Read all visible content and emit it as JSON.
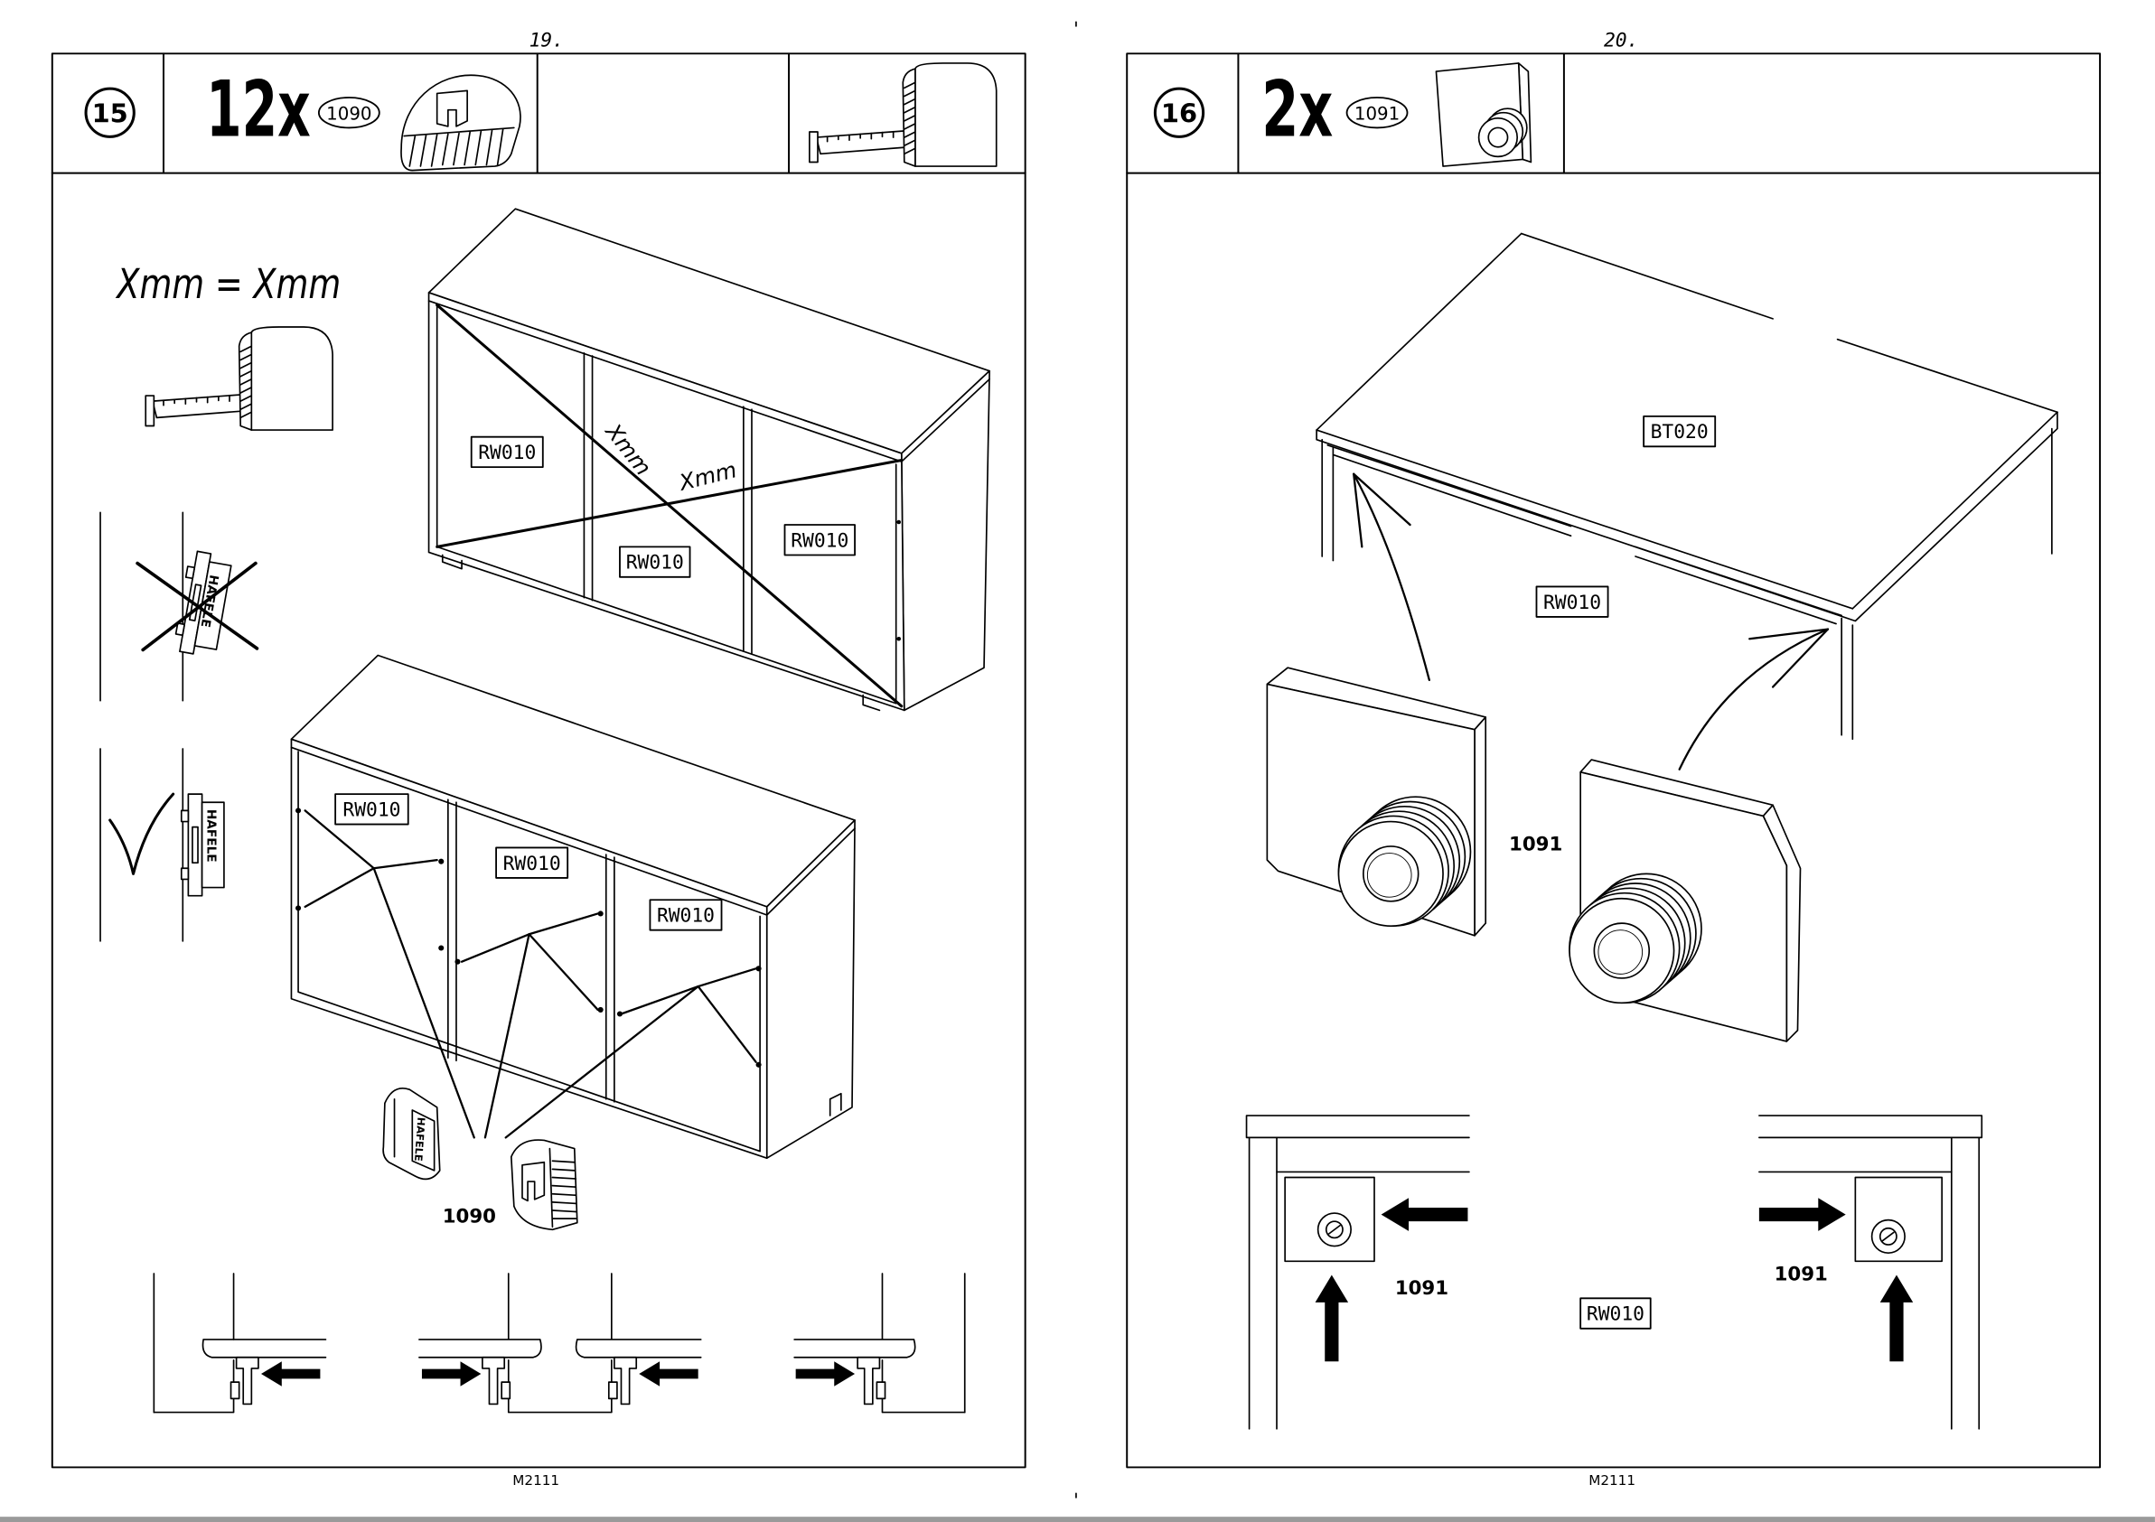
{
  "pages": [
    {
      "page_number": "19.",
      "footer": "M2111",
      "step": {
        "number": "15",
        "quantity": "12x",
        "part": "1090"
      },
      "measure_label": "Xmm = Xmm",
      "diagonal_labels": [
        "Xmm",
        "Xmm"
      ],
      "clip_brand": "HAFELE",
      "top_cabinet_labels": [
        "RW010",
        "RW010",
        "RW010"
      ],
      "bottom_cabinet_labels": [
        "RW010",
        "RW010",
        "RW010"
      ],
      "part_callout": "1090"
    },
    {
      "page_number": "20.",
      "footer": "M2111",
      "step": {
        "number": "16",
        "quantity": "2x",
        "part": "1091"
      },
      "top_panel_label": "BT020",
      "side_panel_label": "RW010",
      "part_callouts": [
        "1091",
        "1091",
        "1091"
      ],
      "detail_panel_label": "RW010"
    }
  ]
}
